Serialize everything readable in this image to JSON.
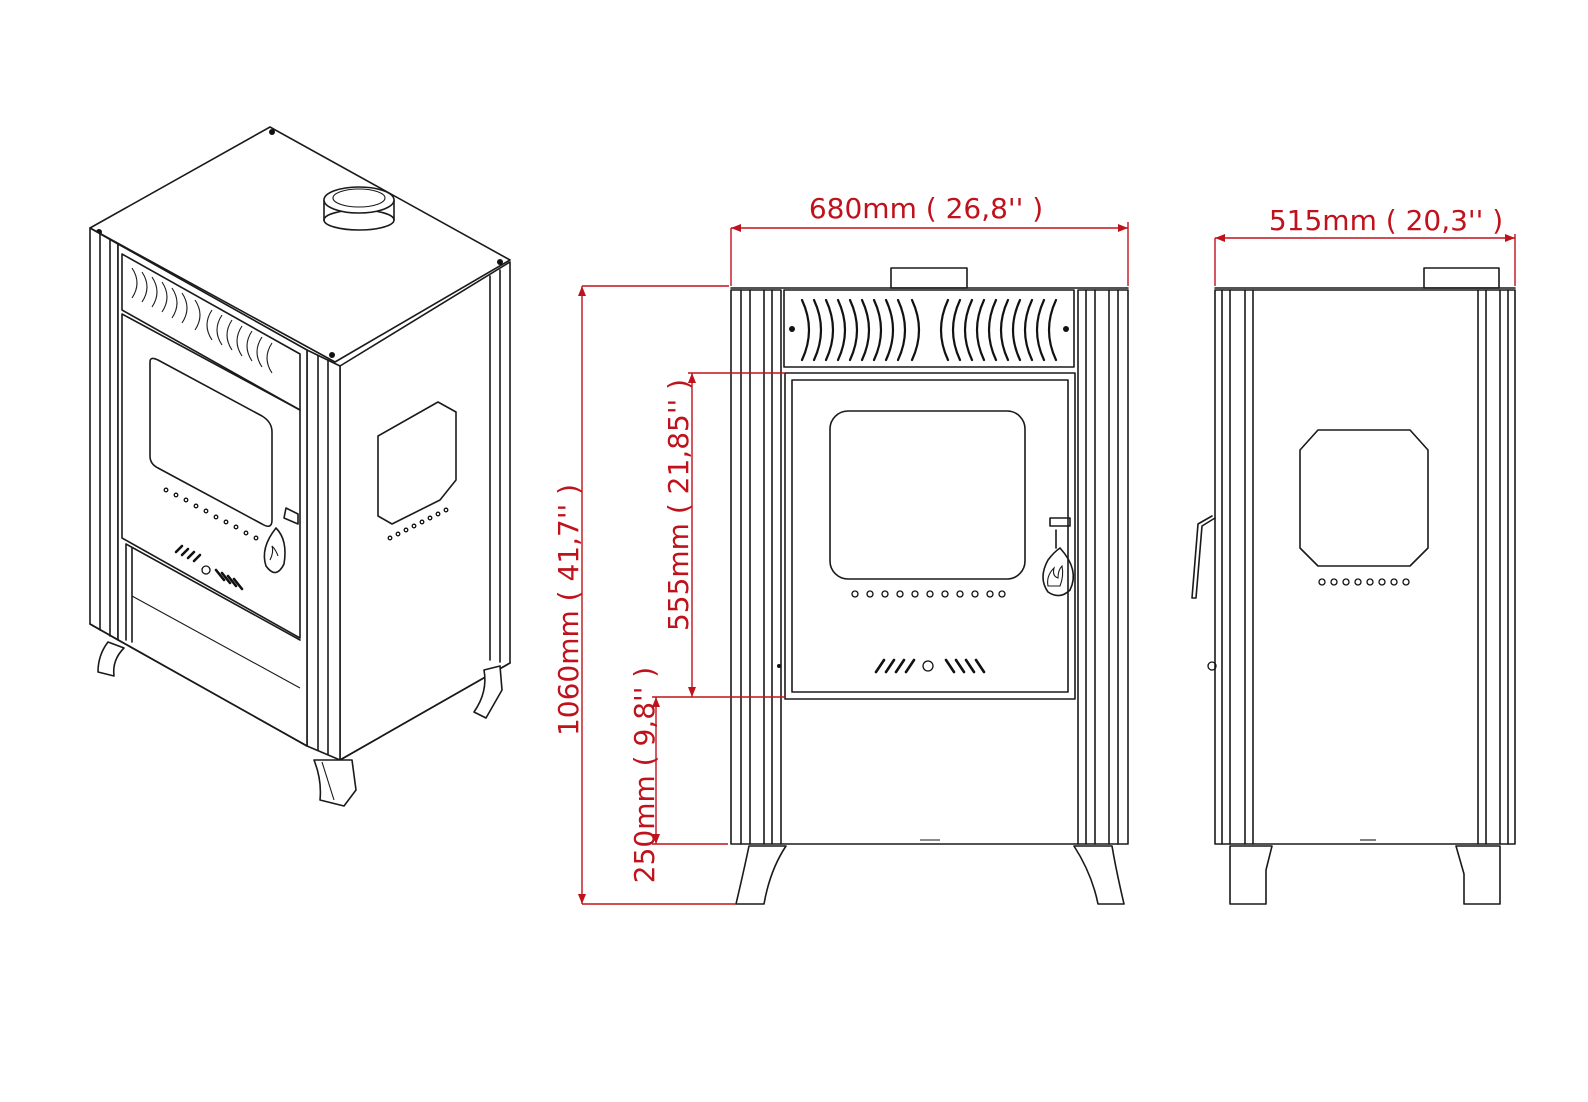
{
  "dimensions": {
    "width_front": "680mm ( 26,8'' )",
    "width_side": "515mm ( 20,3'' )",
    "height_total": "1060mm ( 41,7'' )",
    "door_height": "555mm ( 21,85'' )",
    "base_height": "250mm ( 9,8'' )"
  },
  "colors": {
    "outline": "#1a1a1a",
    "dimension": "#c0121c",
    "background": "#ffffff"
  }
}
